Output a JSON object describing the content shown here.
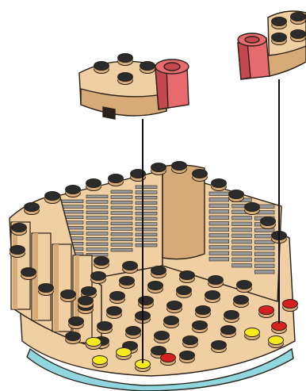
{
  "scene": {
    "kind": "brick-building-instruction-step",
    "parts": [
      {
        "id": "tan-round-corner-left",
        "color": "tan",
        "moves_into": "yellow-marked-stud"
      },
      {
        "id": "red-round-brick-left",
        "color": "red"
      },
      {
        "id": "tan-round-corner-right",
        "color": "tan",
        "moves_into": "red-marked-stud"
      },
      {
        "id": "red-round-brick-right",
        "color": "red"
      }
    ],
    "base": {
      "color": "tan",
      "accent_color": "light-blue",
      "highlight_studs": [
        "yellow",
        "red"
      ]
    }
  },
  "colors": {
    "tan": "#f0cfa2",
    "tan_dark": "#d6ab78",
    "tan_shadow": "#b98d5c",
    "stud_dark": "#2b2b2b",
    "red": "#e66a6e",
    "red_dark": "#c4484e",
    "yellow": "#f4ea1f",
    "marker_red": "#d61f1f",
    "light_blue": "#8fd6de",
    "grille": "#9a9a9a",
    "outline": "#2a2118"
  }
}
